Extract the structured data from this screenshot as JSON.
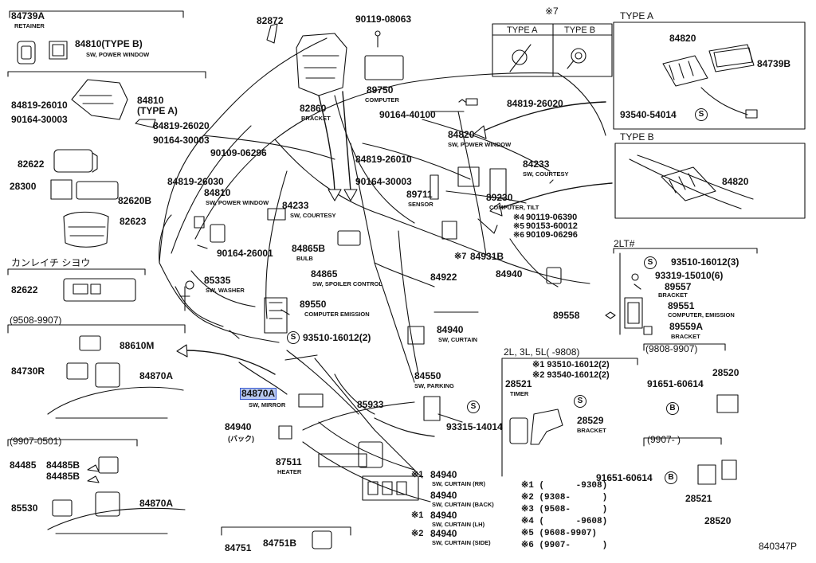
{
  "diagram_code": "840347P",
  "labels": {
    "p84739a": "84739A",
    "retainer": "RETAINER",
    "p84810b": "84810(TYPE B)",
    "sw_power_window_1": "SW, POWER WINDOW",
    "p84810a": "84810",
    "type_a_paren": "(TYPE A)",
    "p84819_26010_l": "84819-26010",
    "p90164_30003_l": "90164-30003",
    "p84819_26020_l": "84819-26020",
    "p90164_30003_b": "90164-30003",
    "p82622_top": "82622",
    "p28300": "28300",
    "p82620b": "82620B",
    "p82623": "82623",
    "kana": "カンレイチ シヨウ",
    "p82622_b": "82622",
    "r9508_9907": "(9508-9907)",
    "p88610m": "88610M",
    "p84730r": "84730R",
    "p84870a_1": "84870A",
    "r9907_0501": "(9907-0501)",
    "p84485": "84485",
    "p84485b_1": "84485B",
    "p84485b_2": "84485B",
    "p85530": "85530",
    "p84870a_2": "84870A",
    "p84751": "84751",
    "p84751b": "84751B",
    "p82872": "82872",
    "p90119_08063": "90119-08063",
    "p89750": "89750",
    "computer": "COMPUTER",
    "p82860": "82860",
    "bracket_1": "BRACKET",
    "p90164_40100": "90164-40100",
    "p84819_26020_r": "84819-26020",
    "p84820_c": "84820",
    "sw_power_window_2": "SW, POWER WINDOW",
    "p90109_06296": "90109-06296",
    "p84819_26010_c": "84819-26010",
    "p84233_r": "84233",
    "sw_courtesy_r": "SW, COURTESY",
    "p84819_26030": "84819-26030",
    "p84810_m": "84810",
    "sw_power_window_3": "SW, POWER WINDOW",
    "p90164_30003_c": "90164-30003",
    "p89711": "89711",
    "sensor": "SENSOR",
    "p89230": "89230",
    "computer_tilt": "COMPUTER, TILT",
    "p84233_m": "84233",
    "sw_courtesy_m": "SW, COURTESY",
    "p90119_06390": "90119-06390",
    "p90153_60012": "90153-60012",
    "p90109_06296_b": "90109-06296",
    "p84865b": "84865B",
    "bulb": "BULB",
    "p90164_26001": "90164-26001",
    "p84931b": "84931B",
    "p84865": "84865",
    "sw_spoiler": "SW, SPOILER CONTROL",
    "p84922": "84922",
    "p85335": "85335",
    "sw_washer": "SW, WASHER",
    "p89550": "89550",
    "computer_emission_1": "COMPUTER EMISSION",
    "p93510_16012_2": "93510-16012(2)",
    "p84940_curtain": "84940",
    "sw_curtain": "SW, CURTAIN",
    "p84550": "84550",
    "sw_parking": "SW, PARKING",
    "p84870a_hl": "84870A",
    "sw_mirror": "SW, MIRROR",
    "p85933": "85933",
    "p84940_l": "84940",
    "back_kana": "(バック)",
    "p87511": "87511",
    "heater": "HEATER",
    "p93315_14014": "93315-14014",
    "p84940_c1": "84940",
    "sw_curtain_rr": "SW, CURTAIN (RR)",
    "p84940_c2": "84940",
    "sw_curtain_back": "SW, CURTAIN (BACK)",
    "p84940_c3": "84940",
    "sw_curtain_lh": "SW, CURTAIN (LH)",
    "p84940_c4": "84940",
    "sw_curtain_side": "SW, CURTAIN (SIDE)",
    "star7": "※7",
    "type_a_hdr": "TYPE A",
    "type_b_hdr": "TYPE B",
    "type_a_title": "TYPE A",
    "p84820_ta": "84820",
    "p84739b": "84739B",
    "p93540_54014": "93540-54014",
    "type_b_title": "TYPE B",
    "p84820_tb": "84820",
    "lt2": "2LT#",
    "p93510_16012_3": "93510-16012(3)",
    "p93319_15010": "93319-15010(6)",
    "p89557": "89557",
    "bracket_2": "BRACKET",
    "p84940_r": "84940",
    "p89558": "89558",
    "p89551": "89551",
    "computer_emission_2": "COMPUTER, EMISSION",
    "p89559a": "89559A",
    "bracket_3": "BRACKET",
    "r_2l3l5l": "2L, 3L, 5L(      -9808)",
    "r9808_9907": "(9808-9907)",
    "s1_93510": "※1 93510-16012(2)",
    "s2_93540": "※2 93540-16012(2)",
    "p28521_top": "28521",
    "timer": "TIMER",
    "p91651_60614_a": "91651-60614",
    "p28520_a": "28520",
    "p28529": "28529",
    "bracket_4": "BRACKET",
    "r9907": "(9907-      )",
    "p91651_60614_b": "91651-60614",
    "p28521_b": "28521",
    "p28520_b": "28520",
    "star7_b": "※7",
    "s1": "※1",
    "s2": "※2"
  },
  "footnotes": [
    "※1 (      -9308)",
    "※2 (9308-      )",
    "※3 (9508-      )",
    "※4 (      -9608)",
    "※5 (9608-9907)",
    "※6 (9907-      )"
  ],
  "stars_tilt": [
    "※4",
    "※5",
    "※6"
  ],
  "circle_letters": {
    "s": "S",
    "b": "B"
  }
}
